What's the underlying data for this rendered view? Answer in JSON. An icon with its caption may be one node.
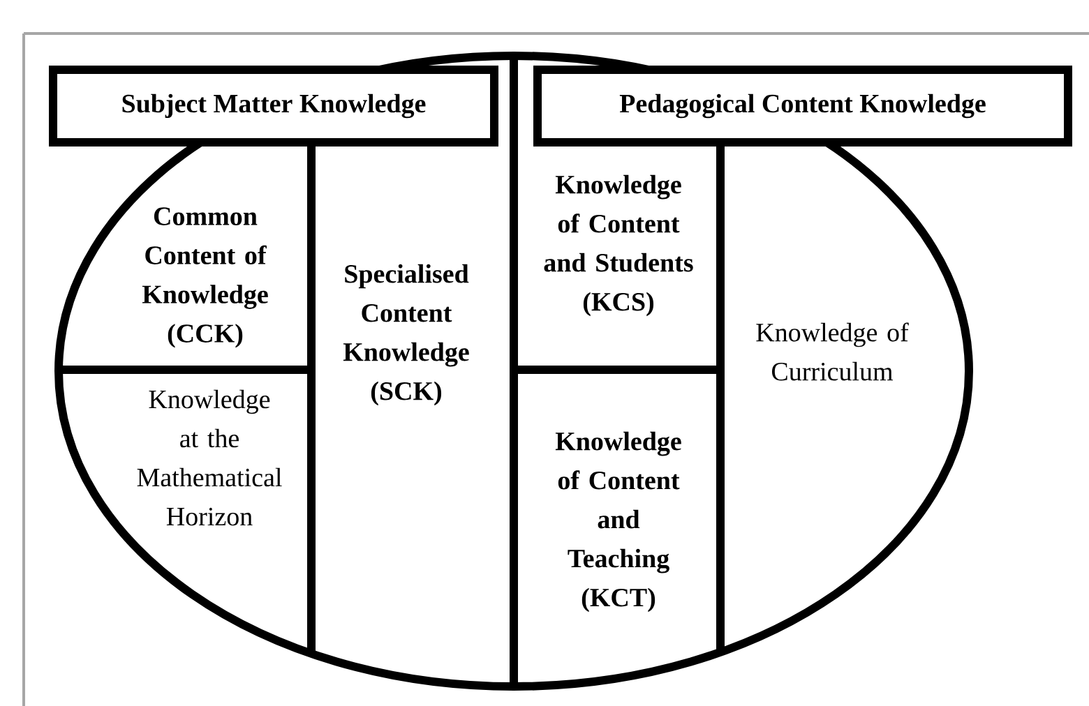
{
  "diagram": {
    "nodes": [
      {
        "text": [
          "Subject Matter Knowledge"
        ]
      },
      {
        "text": [
          "Common Content of Knowledge (CCK)"
        ]
      },
      {
        "text": [
          "Knowledge at the Mathematical Horizon"
        ]
      },
      {
        "text": [
          "Specialised Content Knowledge (SCK)"
        ]
      },
      {
        "text": [
          "Pedagogical Content Knowledge"
        ]
      },
      {
        "text": [
          "Knowledge of Content and Students (KCS)"
        ]
      },
      {
        "text": [
          "Knowledge of Content and Teaching (KCT)"
        ]
      },
      {
        "text": [
          "Knowledge of Curriculum"
        ]
      }
    ]
  }
}
